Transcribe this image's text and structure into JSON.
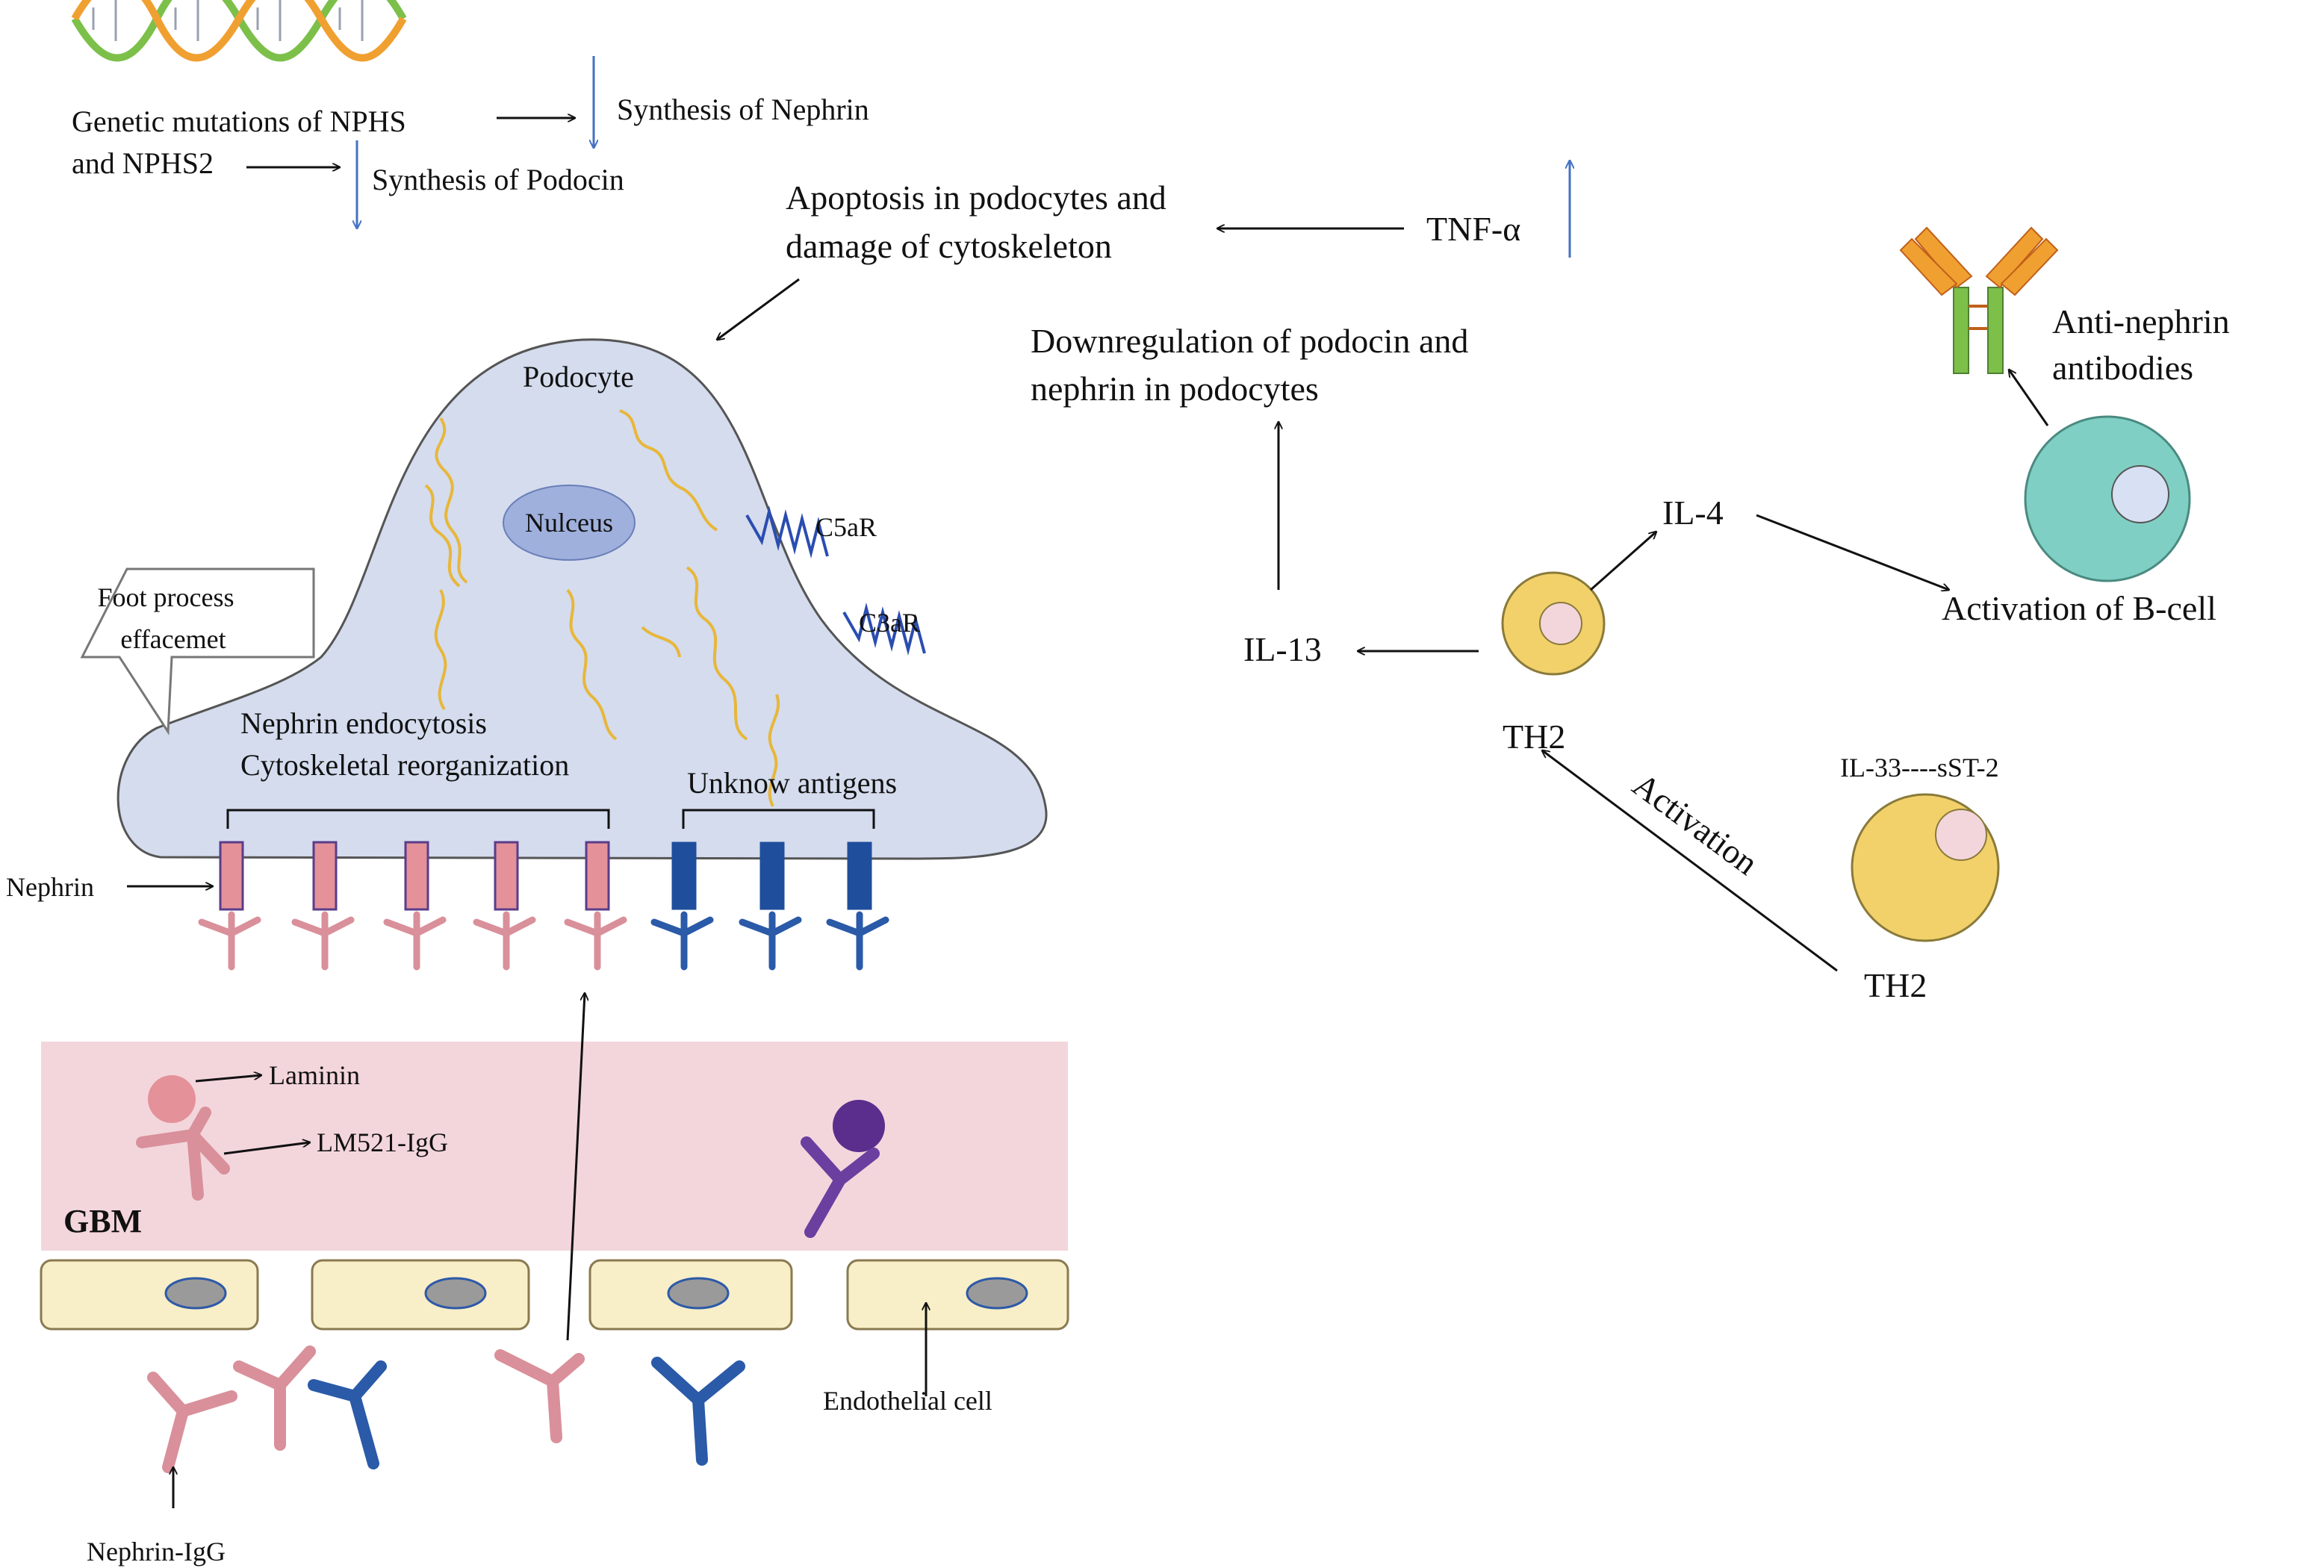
{
  "genetics": {
    "mutation_line1": "Genetic mutations of NPHS",
    "mutation_line2": "and NPHS2",
    "nephrin_synthesis": "Synthesis of Nephrin",
    "podocin_synthesis": "Synthesis of Podocin"
  },
  "tnf": {
    "apoptosis_line1": "Apoptosis in podocytes and",
    "apoptosis_line2": "damage of cytoskeleton",
    "label": "TNF-α"
  },
  "podocyte": {
    "label": "Podocyte",
    "nucleus": "Nulceus",
    "c5ar": "C5aR",
    "c3ar": "C3aR",
    "foot_process_line1": "Foot process",
    "foot_process_line2": "effacemet",
    "endocytosis_line1": "Nephrin endocytosis",
    "endocytosis_line2": "Cytoskeletal reorganization",
    "unknown_antigens": "Unknow antigens",
    "nephrin": "Nephrin"
  },
  "gbm": {
    "label": "GBM",
    "laminin": "Laminin",
    "lm521": "LM521-IgG"
  },
  "bottom": {
    "endothelial": "Endothelial cell",
    "nephrin_igg": "Nephrin-IgG"
  },
  "immune": {
    "downreg_line1": "Downregulation of podocin and",
    "downreg_line2": "nephrin in podocytes",
    "il4": "IL-4",
    "il13": "IL-13",
    "th2_center": "TH2",
    "th2_bottom": "TH2",
    "activation": "Activation",
    "il33": "IL-33----sST-2",
    "anti_nephrin_line1": "Anti-nephrin",
    "anti_nephrin_line2": "antibodies",
    "b_cell": "Activation of B-cell"
  },
  "colors": {
    "podocyte_fill": "#d4dcee",
    "gbm_fill": "#f3d6dc",
    "endothelial_fill": "#f8efc8",
    "nucleus_fill": "#9fb0dd",
    "nephrin_pink": "#e4919a",
    "antigen_blue": "#1f4e9c",
    "th2_yellow": "#f2d16b",
    "bcell_teal": "#7fcfc4",
    "arrow_blue": "#4472c4",
    "igg_purple": "#5b2d8c",
    "cytoskeleton": "#e8b73a"
  }
}
